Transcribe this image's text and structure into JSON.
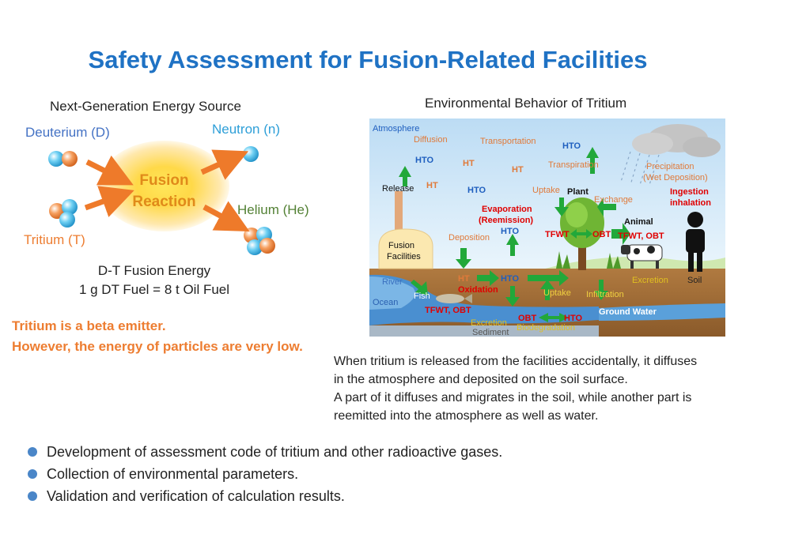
{
  "title": "Safety Assessment for Fusion-Related Facilities",
  "fusion": {
    "subtitle": "Next-Generation Energy Source",
    "deuterium": "Deuterium (D)",
    "tritium": "Tritium (T)",
    "neutron": "Neutron (n)",
    "helium": "Helium (He)",
    "reaction_line1": "Fusion",
    "reaction_line2": "Reaction",
    "energy_title": "D-T Fusion Energy",
    "energy_equation": "1 g DT Fuel = 8 t Oil Fuel",
    "note_line1": "Tritium is a beta emitter.",
    "note_line2": "However, the energy of particles are very low."
  },
  "environment": {
    "subtitle": "Environmental Behavior of Tritium",
    "labels": {
      "atmosphere": "Atmosphere",
      "diffusion": "Diffusion",
      "transportation": "Transportation",
      "hto_top": "HTO",
      "hto1": "HTO",
      "ht1": "HT",
      "ht2": "HT",
      "release": "Release",
      "ht_release": "HT",
      "hto2": "HTO",
      "transpiration": "Transpiration",
      "precipitation": "Precipitation",
      "wet_deposition": "(Wet Deposition)",
      "uptake_top": "Uptake",
      "plant": "Plant",
      "exchange": "Exchange",
      "ingestion": "Ingestion",
      "inhalation": "inhalation",
      "evaporation": "Evaporation",
      "reemission": "(Reemission)",
      "hto3": "HTO",
      "deposition": "Deposition",
      "tfwt_plant": "TFWT",
      "obt_plant": "OBT",
      "animal": "Animal",
      "tfwt_obt_animal": "TFWT, OBT",
      "fusion_facilities_1": "Fusion",
      "fusion_facilities_2": "Facilities",
      "river": "River",
      "ht_soil": "HT",
      "hto_soil": "HTO",
      "oxidation": "Oxidation",
      "excretion_animal": "Excretion",
      "soil": "Soil",
      "uptake_soil": "Uptake",
      "infiltration": "Infiltration",
      "ocean": "Ocean",
      "fish": "Fish",
      "tfwt_obt_fish": "TFWT, OBT",
      "ground_water": "Ground Water",
      "excretion_fish": "Excretion",
      "obt_bottom": "OBT",
      "hto_bottom": "HTO",
      "sediment": "Sediment",
      "biodegradation": "Biodegradation"
    },
    "description": [
      "When tritium is released from the facilities accidentally,  it diffuses",
      "in the atmosphere and deposited on the soil surface.",
      "A part of it diffuses and migrates in the soil, while another part is",
      "reemitted into the atmosphere as well as water."
    ]
  },
  "bullets": [
    "Development of assessment code of tritium and other radioactive gases.",
    "Collection of environmental parameters.",
    "Validation and verification of calculation results."
  ],
  "colors": {
    "title": "#1f72c4",
    "accent_orange": "#ed7d31",
    "arrow_green": "#22a83a",
    "label_red": "#e00000",
    "label_blue": "#1f5fbf"
  }
}
